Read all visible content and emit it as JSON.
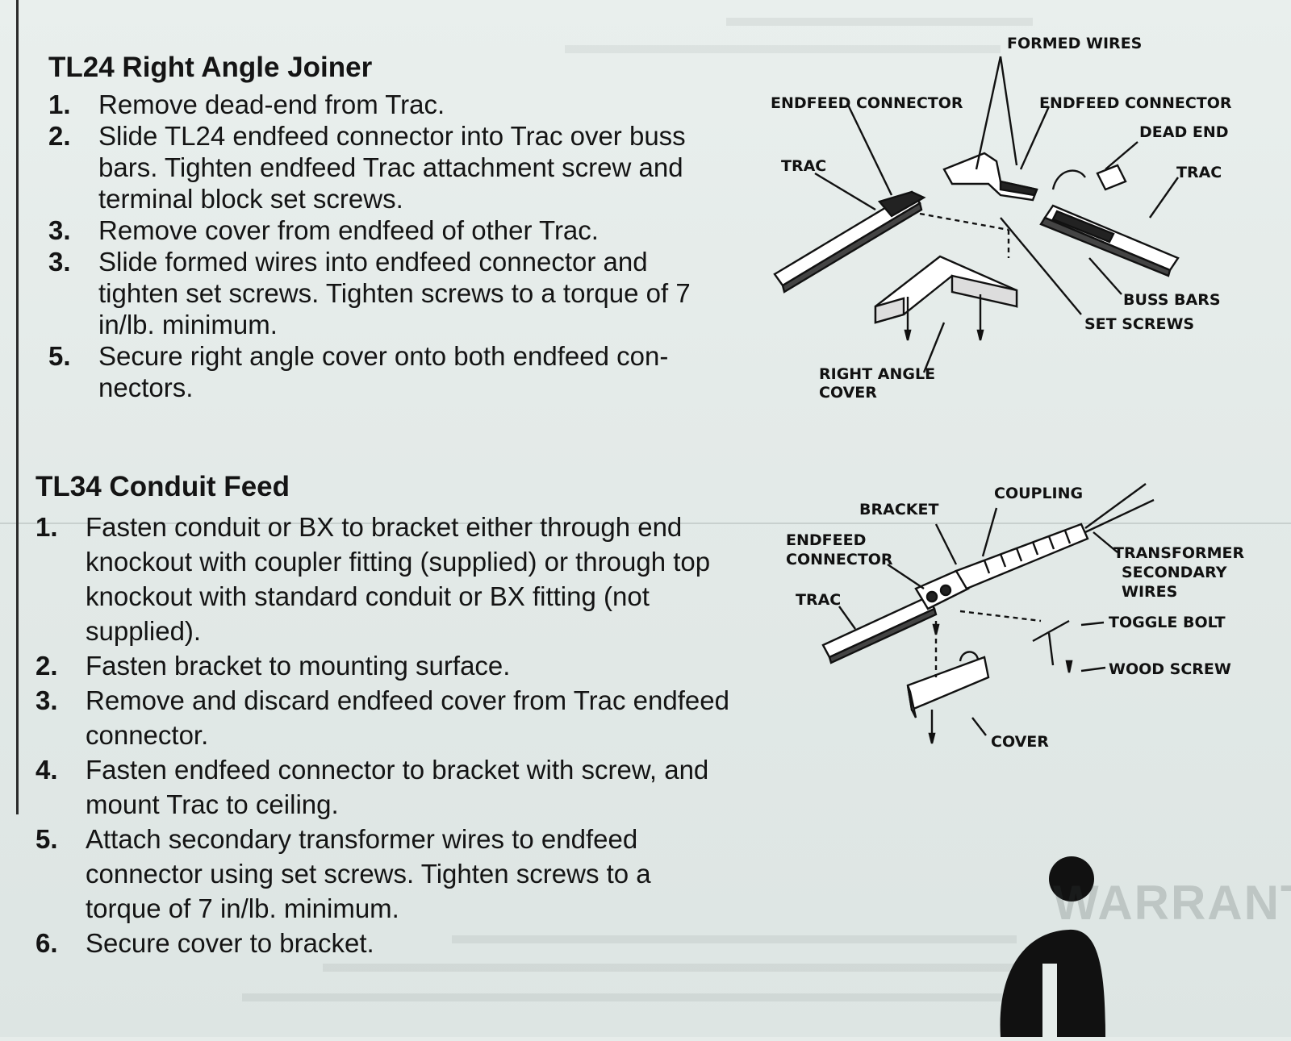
{
  "tl24": {
    "title": "TL24 Right Angle Joiner",
    "steps": [
      {
        "num": "1.",
        "text": "Remove dead-end from Trac."
      },
      {
        "num": "2.",
        "text": "Slide TL24 endfeed connector into Trac over buss bars. Tighten endfeed Trac attachment screw and terminal block set screws."
      },
      {
        "num": "3.",
        "text": "Remove cover from endfeed of other Trac."
      },
      {
        "num": "3.",
        "text": "Slide formed wires into endfeed connector and tighten set screws. Tighten screws to a torque of 7 in/lb. minimum."
      },
      {
        "num": "5.",
        "text": "Secure right angle cover onto both endfeed con-nectors."
      }
    ],
    "diagram": {
      "formed_wires": "FORMED WIRES",
      "endfeed_connector_left": "ENDFEED CONNECTOR",
      "endfeed_connector_right": "ENDFEED CONNECTOR",
      "dead_end": "DEAD END",
      "trac_left": "TRAC",
      "trac_right": "TRAC",
      "buss_bars": "BUSS BARS",
      "set_screws": "SET SCREWS",
      "right_angle_line1": "RIGHT ANGLE",
      "right_angle_line2": "COVER"
    }
  },
  "tl34": {
    "title": "TL34 Conduit Feed",
    "steps": [
      {
        "num": "1.",
        "text": "Fasten conduit or BX to bracket either through end knockout with coupler fitting (supplied) or through top knockout with standard conduit or BX fitting (not supplied)."
      },
      {
        "num": "2.",
        "text": "Fasten bracket to mounting surface."
      },
      {
        "num": "3.",
        "text": "Remove and discard endfeed cover from Trac endfeed connector."
      },
      {
        "num": "4.",
        "text": "Fasten endfeed connector to bracket with screw, and mount Trac to ceiling."
      },
      {
        "num": "5.",
        "text": "Attach secondary transformer wires to endfeed connector using set screws. Tighten screws to a torque of 7 in/lb. minimum."
      },
      {
        "num": "6.",
        "text": "Secure cover to bracket."
      }
    ],
    "diagram": {
      "bracket": "BRACKET",
      "coupling": "COUPLING",
      "endfeed_line1": "ENDFEED",
      "endfeed_line2": "CONNECTOR",
      "trac": "TRAC",
      "transformer_line1": "TRANSFORMER",
      "transformer_line2": "SECONDARY",
      "transformer_line3": "WIRES",
      "toggle_bolt": "TOGGLE BOLT",
      "wood_screw": "WOOD SCREW",
      "cover": "COVER"
    }
  },
  "bleedthrough": {
    "warranty": "WARRANTY"
  }
}
